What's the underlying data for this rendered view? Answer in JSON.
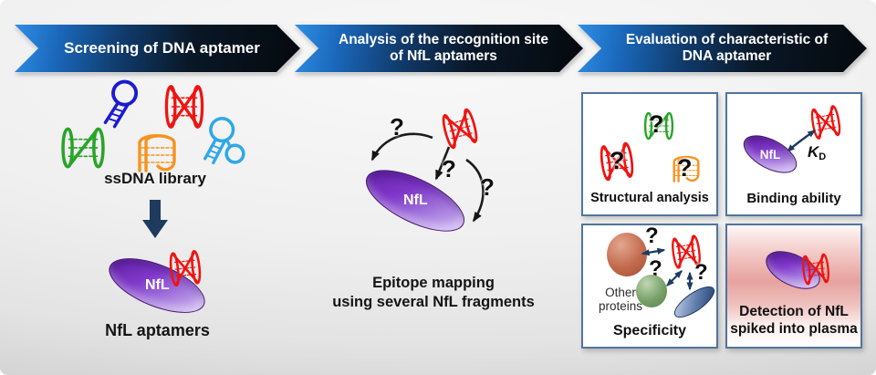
{
  "banners": [
    {
      "lines": [
        "Screening of DNA aptamer"
      ]
    },
    {
      "lines": [
        "Analysis of the recognition site",
        "of NfL aptamers"
      ]
    },
    {
      "lines": [
        "Evaluation of characteristic of",
        "DNA aptamer"
      ]
    }
  ],
  "qm": "?",
  "screening": {
    "library_label": "ssDNA library",
    "protein_label": "NfL",
    "result_label": "NfL aptamers"
  },
  "analysis": {
    "protein_label": "NfL",
    "caption": [
      "Epitope mapping",
      "using several NfL fragments"
    ]
  },
  "evaluation": {
    "structural": {
      "label": "Structural analysis"
    },
    "binding": {
      "label": "Binding ability",
      "protein_label": "NfL",
      "kd_symbol": "K",
      "kd_subscript": "D"
    },
    "specificity": {
      "label": "Specificity",
      "other_lines": [
        "Other",
        "proteins"
      ]
    },
    "detection": {
      "label_lines": [
        "Detection of NfL",
        "spiked into plasma"
      ]
    }
  },
  "icons": {
    "aptamer_cross": "crossed-stem-loop-aptamer-doodle",
    "aptamer_loops": "double-loop-aptamer-doodle",
    "aptamer_fold": "folded-aptamer-doodle",
    "aptamer_hairpin": "hairpin-loop-aptamer-doodle",
    "aptamer_double_loop": "two-loop-aptamer-doodle",
    "down_arrow": "selection-step-arrow",
    "double_arrow": "interaction-double-arrow"
  },
  "colors": {
    "banner_blue": "#2f8fe6",
    "banner_dark": "#05090e",
    "aptamer_red": "#ee1411",
    "aptamer_green": "#28a428",
    "aptamer_orange": "#f69320",
    "aptamer_blue": "#1b1bd1",
    "aptamer_cyan": "#30a8e6",
    "protein_purple_dark": "#5c1c9e",
    "protein_purple_light": "#dcc9f4",
    "navy_arrow": "#1d3c5e",
    "box_border": "#51749e",
    "plasma_pink": "#e6a29e",
    "salmon_protein": "#c26a4d",
    "green_protein": "#77a068",
    "navy_protein": "#223d6d"
  }
}
